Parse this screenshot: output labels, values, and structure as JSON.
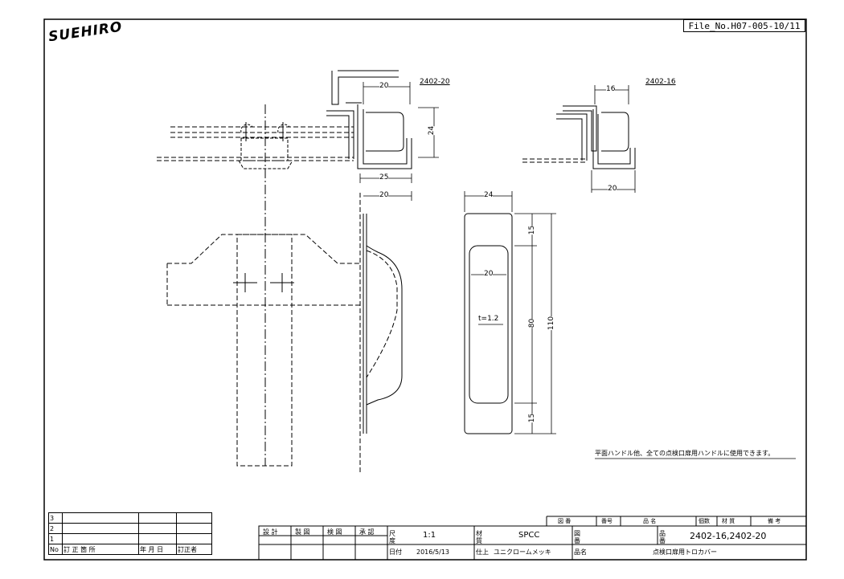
{
  "logo": "SUEHIRO",
  "file_no": "File_No.H07-005-10/11",
  "part_labels": {
    "left": "2402-20",
    "right": "2402-16"
  },
  "dims": {
    "top_20": "20",
    "top_24": "24",
    "top_25": "25",
    "side_20": "20",
    "right_16": "16",
    "right_20": "20",
    "front_24": "24",
    "front_20": "20",
    "front_15a": "15",
    "front_80": "80",
    "front_15b": "15",
    "front_110": "110",
    "thickness": "t=1.2"
  },
  "note": "平面ハンドル他、全ての点検口扉用ハンドルに使用できます。",
  "revision": {
    "rows": [
      "3",
      "2",
      "1"
    ],
    "headers": [
      "No",
      "訂 正 箇 所",
      "年 月 日",
      "訂正者"
    ]
  },
  "title_block": {
    "stamp_headers": [
      "設 計",
      "製 図",
      "検 図",
      "承 認"
    ],
    "scale_label": "尺度",
    "scale": "1:1",
    "date_label": "日付",
    "date": "2016/5/13",
    "material_label": "材質",
    "material": "SPCC",
    "finish_label": "仕上",
    "finish": "ユニクロームメッキ",
    "drawing_no_label": "図番",
    "name_label": "品名",
    "product_no_label": "品番",
    "product_no": "2402-16,2402-20",
    "product_name": "点検口扉用トロカバー",
    "parts_headers": [
      "図 番",
      "番号",
      "品 名",
      "個数",
      "材 質",
      "備 考"
    ]
  }
}
